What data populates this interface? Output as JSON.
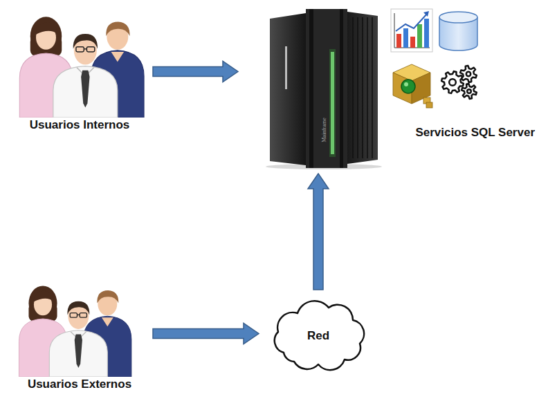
{
  "diagram": {
    "nodes": [
      {
        "text": [
          "Usuarios Internos"
        ]
      },
      {
        "text": [
          "Servicios SQL Server"
        ]
      },
      {
        "text": [
          "Red"
        ]
      },
      {
        "text": [
          "Usuarios Externos"
        ]
      }
    ],
    "edges": [
      {
        "from": 0,
        "to": 1,
        "arrow": "to"
      },
      {
        "from": 3,
        "to": 2,
        "arrow": "to"
      },
      {
        "from": 2,
        "to": 1,
        "arrow": "to"
      }
    ],
    "labels": [
      "Mainframe"
    ]
  }
}
